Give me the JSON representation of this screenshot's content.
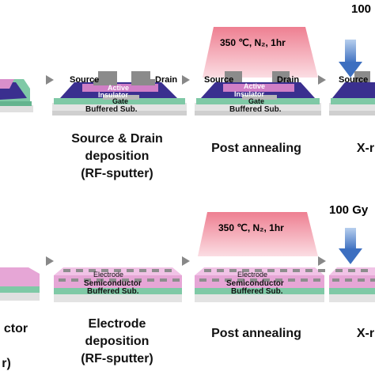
{
  "top": {
    "dose_label": "100",
    "anneal_label": "350 ℃, N₂, 1hr",
    "labels": {
      "source": "Source",
      "drain": "Drain",
      "active": "Active",
      "insulator": "Insulator",
      "gate": "Gate",
      "buffered": "Buffered Sub."
    },
    "captions": {
      "sd_line1": "Source & Drain",
      "sd_line2": "deposition",
      "sd_line3": "(RF-sputter)",
      "anneal": "Post annealing",
      "xray": "X-r"
    }
  },
  "bottom": {
    "dose_label": "100 Gy",
    "anneal_label": "350 ℃, N₂, 1hr",
    "labels": {
      "electrode": "Electrode",
      "semiconductor": "Semiconductor",
      "buffered": "Buffered Sub."
    },
    "captions": {
      "left_line1": "ctor",
      "left_line2": "r)",
      "el_line1": "Electrode",
      "el_line2": "deposition",
      "el_line3": "(RF-sputter)",
      "anneal": "Post annealing",
      "xray": "X-r"
    }
  },
  "colors": {
    "substrate": "#d8d8d8",
    "buffer": "#7fc9a6",
    "purple": "#4a3c9c",
    "pink": "#e8a7d8",
    "gray_pad": "#8d8d8d",
    "anneal_fill": "#f08a98",
    "arrow_blue": "#4a7fc8"
  }
}
